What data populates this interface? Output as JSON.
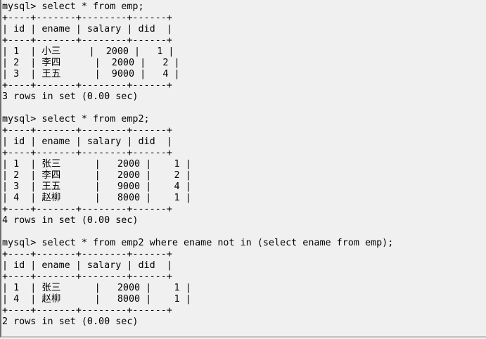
{
  "terminal": {
    "app": "MySQL command-line client console",
    "colors": {
      "background": "#f0f0f0",
      "text": "#000000",
      "window_edge_left": "#6f6f6f",
      "window_edge_bottom": "#c2c2c2"
    },
    "blocks": [
      {
        "prompt": "mysql> select * from emp;",
        "table": {
          "border": "+----+-------+--------+------+",
          "header": "| id | ename | salary | did  |",
          "columns": [
            "id",
            "ename",
            "salary",
            "did"
          ],
          "rows": [
            [
              "1",
              "小三",
              "2000",
              "1"
            ],
            [
              "2",
              "李四",
              "2000",
              "2"
            ],
            [
              "3",
              "王五",
              "9000",
              "4"
            ]
          ],
          "rows_text": [
            "| 1  | 小三     |  2000 |   1 |",
            "| 2  | 李四      |  2000 |   2 |",
            "| 3  | 王五      |  9000 |   4 |"
          ]
        },
        "status": "3 rows in set (0.00 sec)"
      },
      {
        "prompt": "mysql> select * from emp2;",
        "table": {
          "border": "+----+-------+--------+------+",
          "header": "| id | ename | salary | did  |",
          "columns": [
            "id",
            "ename",
            "salary",
            "did"
          ],
          "rows": [
            [
              "1",
              "张三",
              "2000",
              "1"
            ],
            [
              "2",
              "李四",
              "2000",
              "2"
            ],
            [
              "3",
              "王五",
              "9000",
              "4"
            ],
            [
              "4",
              "赵柳",
              "8000",
              "1"
            ]
          ],
          "rows_text": [
            "| 1  | 张三      |   2000 |    1 |",
            "| 2  | 李四      |   2000 |    2 |",
            "| 3  | 王五      |   9000 |    4 |",
            "| 4  | 赵柳      |   8000 |    1 |"
          ]
        },
        "status": "4 rows in set (0.00 sec)"
      },
      {
        "prompt": "mysql> select * from emp2 where ename not in (select ename from emp);",
        "table": {
          "border": "+----+-------+--------+------+",
          "header": "| id | ename | salary | did  |",
          "columns": [
            "id",
            "ename",
            "salary",
            "did"
          ],
          "rows": [
            [
              "1",
              "张三",
              "2000",
              "1"
            ],
            [
              "4",
              "赵柳",
              "8000",
              "1"
            ]
          ],
          "rows_text": [
            "| 1  | 张三      |   2000 |    1 |",
            "| 4  | 赵柳      |   8000 |    1 |"
          ]
        },
        "status": "2 rows in set (0.00 sec)"
      }
    ]
  }
}
